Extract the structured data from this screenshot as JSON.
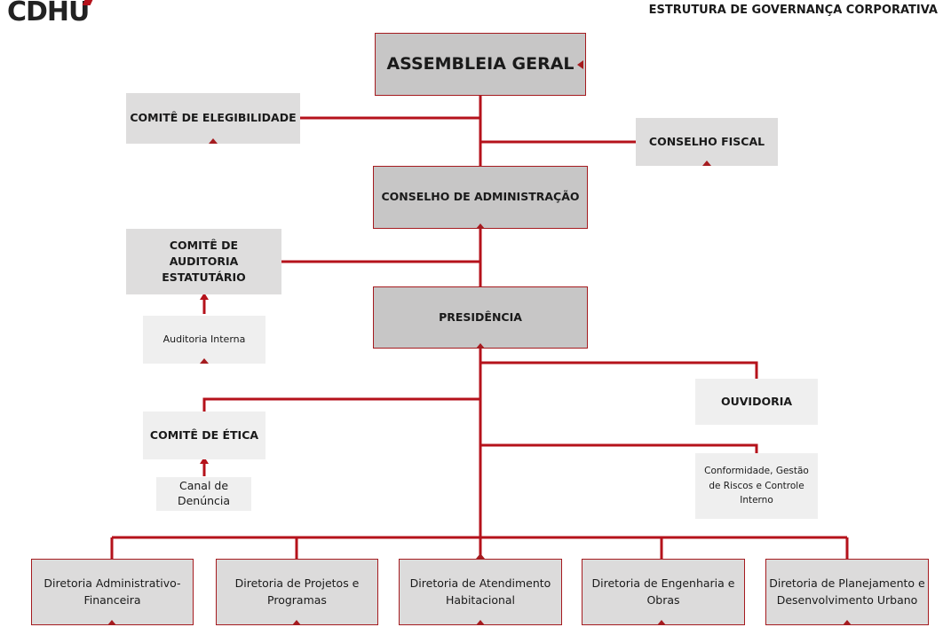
{
  "header": {
    "logo_text": "CDHU",
    "title": "ESTRUTURA DE GOVERNANÇA CORPORATIVA"
  },
  "nodes": {
    "assembleia": "ASSEMBLEIA GERAL",
    "comite_elegibilidade": "COMITÊ DE ELEGIBILIDADE",
    "conselho_fiscal": "CONSELHO FISCAL",
    "conselho_administracao": "CONSELHO DE ADMINISTRAÇÃO",
    "comite_auditoria": "COMITÊ DE AUDITORIA ESTATUTÁRIO",
    "auditoria_interna": "Auditoria Interna",
    "presidencia": "PRESIDÊNCIA",
    "ouvidoria": "OUVIDORIA",
    "comite_etica": "COMITÊ DE ÉTICA",
    "canal_denuncia": "Canal de Denúncia",
    "conformidade": "Conformidade, Gestão de Riscos e Controle Interno"
  },
  "directorates": [
    "Diretoria Administrativo-Financeira",
    "Diretoria de Projetos e Programas",
    "Diretoria de Atendimento Habitacional",
    "Diretoria de Engenharia e Obras",
    "Diretoria de Planejamento e Desenvolvimento Urbano"
  ],
  "colors": {
    "line": "#b5121b",
    "box_border": "#a51b1f",
    "box_dark": "#c7c6c6",
    "box_light": "#dedddd",
    "box_pale": "#efefef"
  }
}
